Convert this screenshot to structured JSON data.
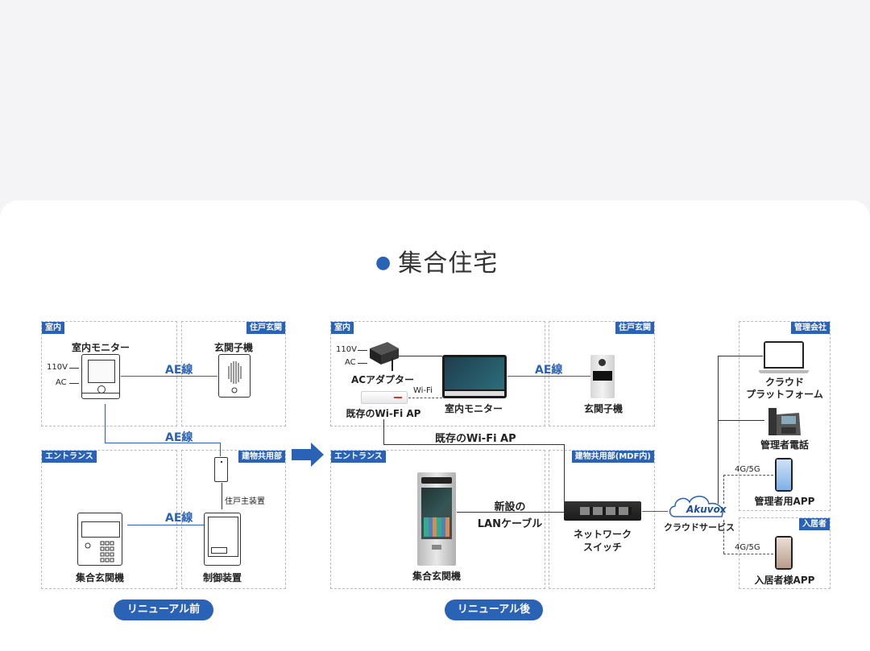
{
  "title": "集合住宅",
  "before": {
    "zones": {
      "indoor": "室内",
      "unit_entrance": "住戸玄関",
      "entrance": "エントランス",
      "common": "建物共用部"
    },
    "indoor_monitor": "室内モニター",
    "door_station": "玄関子機",
    "v110": "110V",
    "ac": "AC",
    "ae_line": "AE線",
    "master_unit": "住戸主装置",
    "lobby_station": "集合玄関機",
    "control_unit": "制御装置",
    "label": "リニューアル前"
  },
  "after": {
    "zones": {
      "indoor": "室内",
      "unit_entrance": "住戸玄関",
      "entrance": "エントランス",
      "common": "建物共用部(MDF内)"
    },
    "v110": "110V",
    "ac": "AC",
    "ac_adapter": "ACアダプター",
    "wifi": "Wi-Fi",
    "indoor_monitor": "室内モニター",
    "ae_line": "AE線",
    "door_station": "玄関子機",
    "existing_ap": "既存のWi-Fi AP",
    "existing_ap_line": "既存のWi-Fi AP",
    "new_lan_1": "新設の",
    "new_lan_2": "LANケーブル",
    "lobby_station": "集合玄関機",
    "switch_1": "ネットワーク",
    "switch_2": "スイッチ",
    "label": "リニューアル後"
  },
  "cloud": {
    "brand": "Akuvox",
    "service": "クラウドサービス",
    "mgmt_zone": "管理会社",
    "platform_1": "クラウド",
    "platform_2": "プラットフォーム",
    "mgmt_phone": "管理者電話",
    "g45_1": "4G/5G",
    "mgmt_app": "管理者用APP",
    "resident_zone": "入居者",
    "g45_2": "4G/5G",
    "resident_app": "入居者様APP"
  }
}
